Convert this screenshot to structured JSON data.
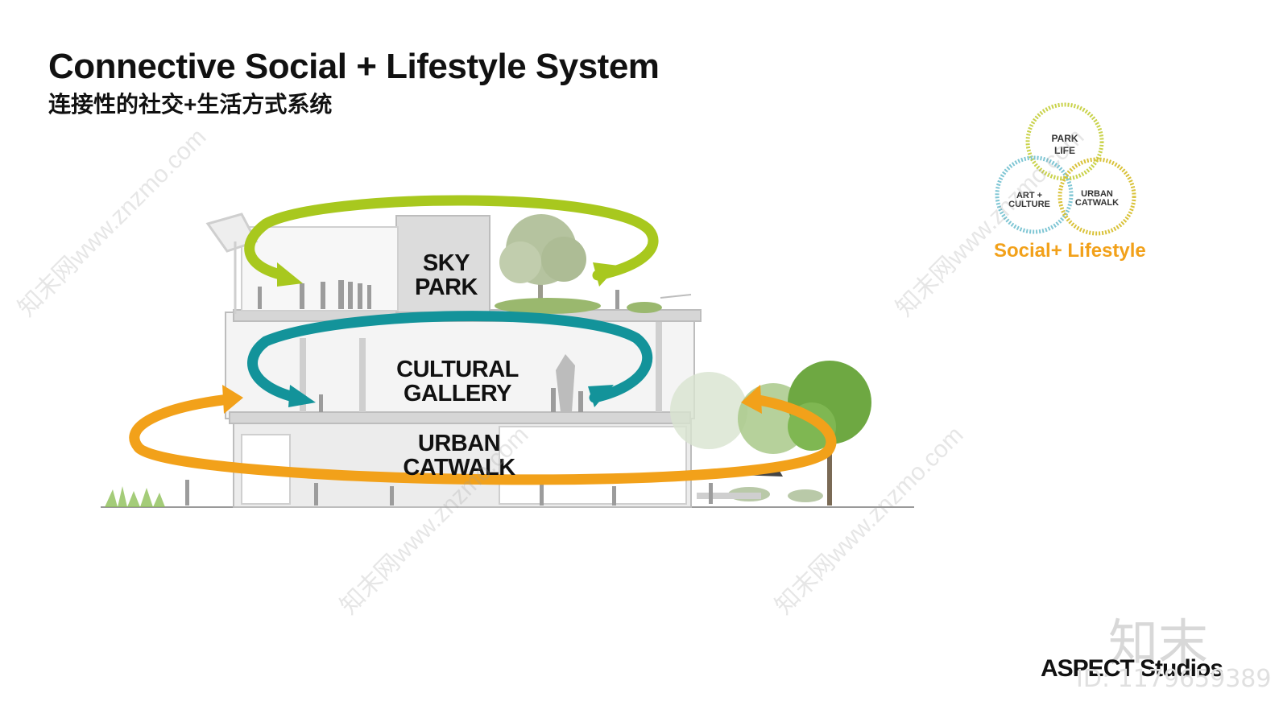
{
  "header": {
    "title": "Connective Social + Lifestyle System",
    "subtitle": "连接性的社交+生活方式系统"
  },
  "zones": {
    "sky_park": [
      "SKY",
      "PARK"
    ],
    "cultural_gallery": [
      "CULTURAL",
      "GALLERY"
    ],
    "urban_catwalk": [
      "URBAN",
      "CATWALK"
    ]
  },
  "legend": {
    "circles": [
      {
        "lines": [
          "PARK",
          "LIFE"
        ],
        "color": "#c9d24a"
      },
      {
        "lines": [
          "ART +",
          "CULTURE"
        ],
        "color": "#7fc6d4"
      },
      {
        "lines": [
          "URBAN",
          "CATWALK"
        ],
        "color": "#d9c23a"
      }
    ],
    "title": "Social+ Lifestyle"
  },
  "colors": {
    "sky_loop": "#a8c81e",
    "gallery_loop": "#13939a",
    "catwalk_loop": "#f2a11a",
    "building": "#d9d9d9"
  },
  "footer": {
    "brand": "ASPECT Studios",
    "watermark_logo": "知末",
    "image_id": "ID: 1179659389"
  },
  "watermarks": [
    "知末网www.znzmo.com"
  ]
}
